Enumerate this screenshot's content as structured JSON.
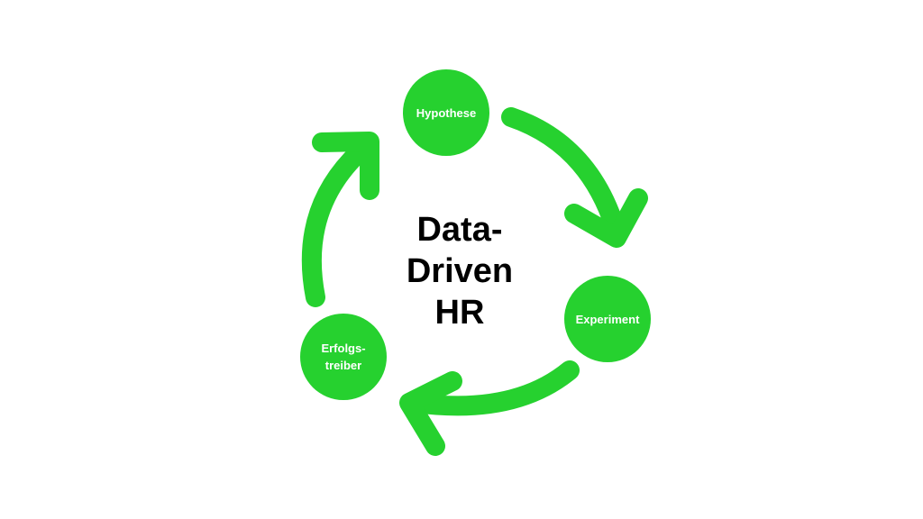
{
  "title": {
    "line1": "Data-",
    "line2": "Driven",
    "line3": "HR"
  },
  "nodes": [
    {
      "label": "Hypothese"
    },
    {
      "label": "Experiment"
    },
    {
      "label": "Erfolgs-",
      "label2": "treiber"
    }
  ],
  "colors": {
    "accent": "#26d12f",
    "text": "#000000"
  }
}
